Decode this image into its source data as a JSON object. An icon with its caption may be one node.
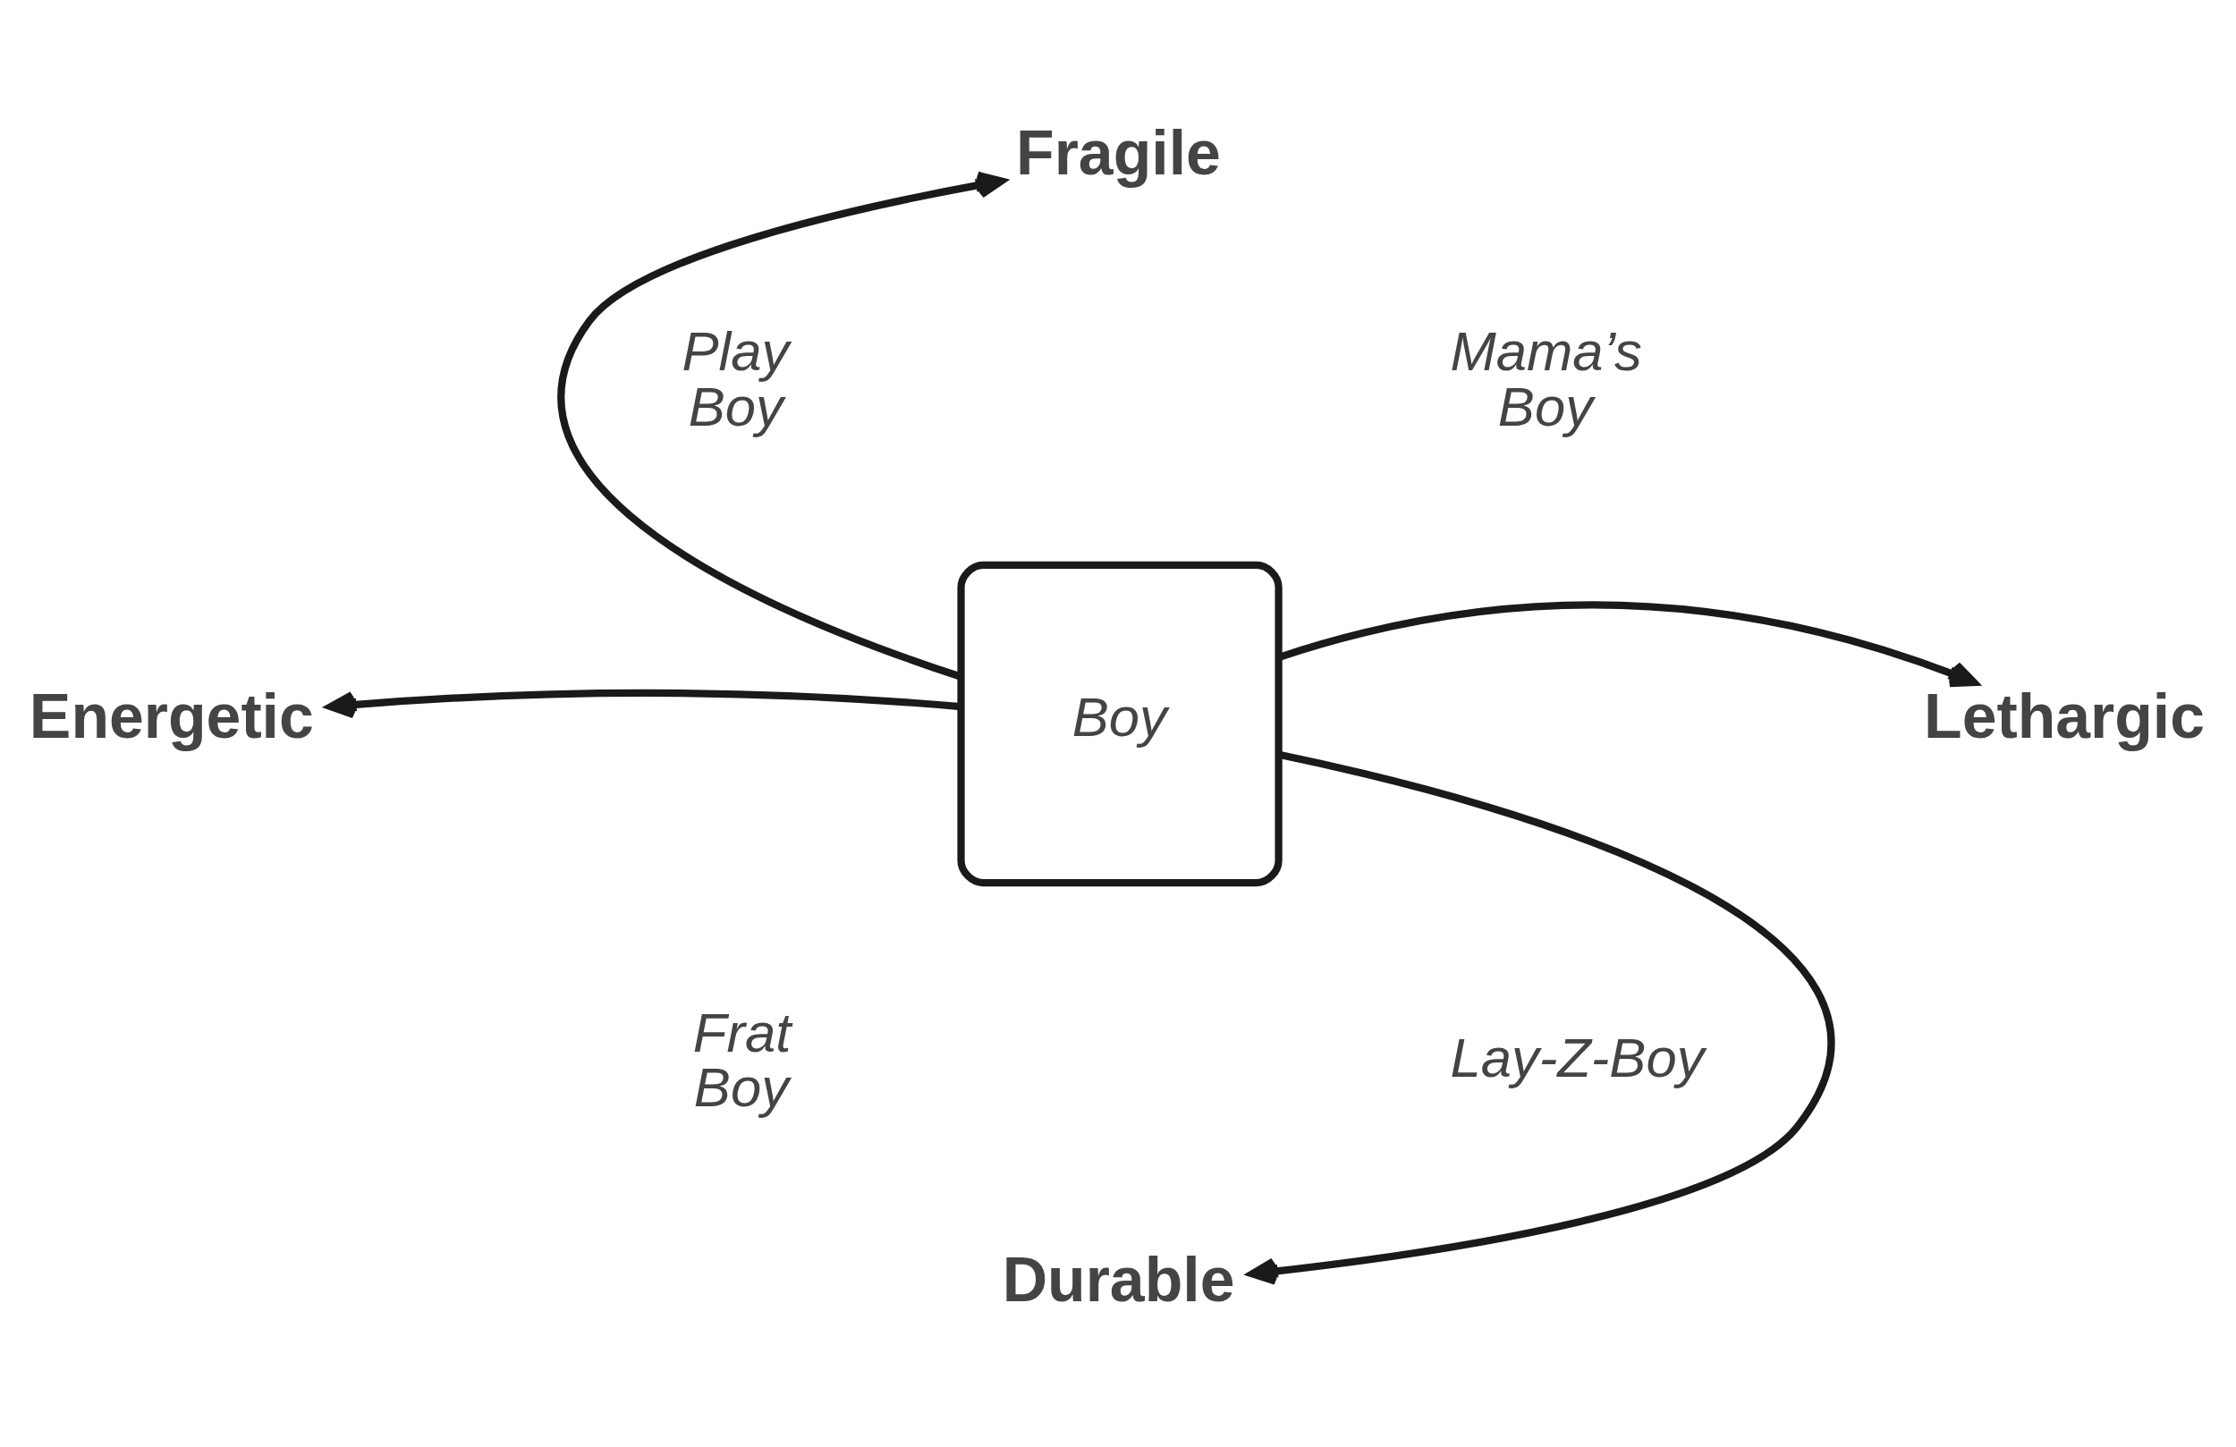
{
  "diagram": {
    "nodes": [
      {
        "text": [
          "Boy"
        ]
      },
      {
        "text": [
          "Fragile"
        ]
      },
      {
        "text": [
          "Energetic"
        ]
      },
      {
        "text": [
          "Lethargic"
        ]
      },
      {
        "text": [
          "Durable"
        ]
      }
    ],
    "edges": [
      {
        "from": 0,
        "to": 1,
        "arrow": "to"
      },
      {
        "from": 0,
        "to": 2,
        "arrow": "to"
      },
      {
        "from": 0,
        "to": 3,
        "arrow": "to"
      },
      {
        "from": 0,
        "to": 4,
        "arrow": "to"
      }
    ],
    "labels": [
      "Play Boy",
      "Mama’s Boy",
      "Frat Boy",
      "Lay-Z-Boy"
    ]
  }
}
